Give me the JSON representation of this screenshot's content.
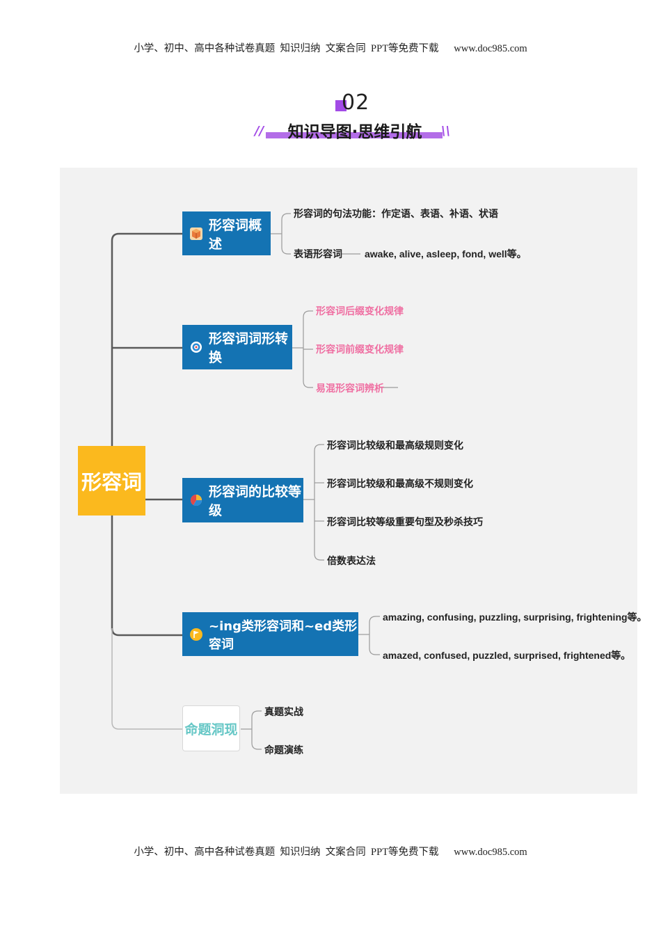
{
  "header": {
    "text": "小学、初中、高中各种试卷真题  知识归纳  文案合同  PPT等免费下载      www.doc985.com"
  },
  "footer": {
    "text": "小学、初中、高中各种试卷真题  知识归纳  文案合同  PPT等免费下载      www.doc985.com"
  },
  "section": {
    "number": "02",
    "title": "知识导图·思维引航"
  },
  "colors": {
    "root": "#fbb91e",
    "node": "#1473b3",
    "accent": "#a24be6",
    "pink_leaf": "#ef6fa2",
    "teal_text": "#66c7c6"
  },
  "mindmap": {
    "root": "形容词",
    "branches": [
      {
        "label": "形容词概述",
        "icon": "cube-icon",
        "children": [
          "形容词的句法功能：作定语、表语、补语、状语",
          "表语形容词",
          "awake, alive, asleep, fond, well等。"
        ]
      },
      {
        "label": "形容词词形转换",
        "icon": "target-icon",
        "children": [
          "形容词后缀变化规律",
          "形容词前缀变化规律",
          "易混形容词辨析"
        ]
      },
      {
        "label": "形容词的比较等级",
        "icon": "pie-chart-icon",
        "children": [
          "形容词比较级和最高级规则变化",
          "形容词比较级和最高级不规则变化",
          "形容词比较等级重要句型及秒杀技巧",
          "倍数表达法"
        ]
      },
      {
        "label": "~ing类形容词和~ed类形容词",
        "icon": "flag-icon",
        "children": [
          "amazing, confusing, puzzling, surprising, frightening等。",
          "amazed, confused, puzzled, surprised, frightened等。"
        ]
      },
      {
        "label": "命题洞现",
        "children": [
          "真题实战",
          "命题演练"
        ]
      }
    ]
  }
}
